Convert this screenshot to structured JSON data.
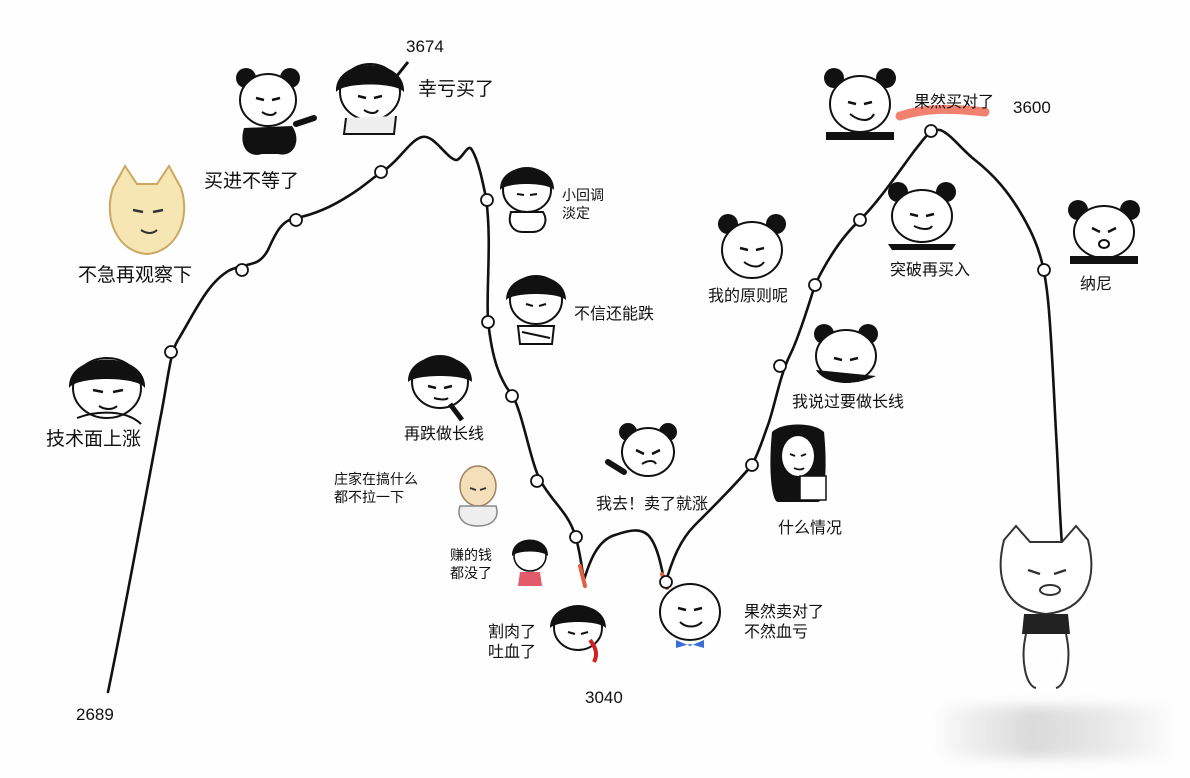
{
  "numbers": {
    "start": "2689",
    "peak1": "3674",
    "bottom": "3040",
    "peak2": "3600"
  },
  "labels": {
    "tech_up": "技术面上涨",
    "no_rush": "不急再观察下",
    "buy_now": "买进不等了",
    "lucky_buy": "幸亏买了",
    "small_pullback": "小回调\n淡定",
    "cant_fall_more": "不信还能跌",
    "fall_long": "再跌做长线",
    "dealer": "庄家在搞什么\n都不拉一下",
    "money_gone": "赚的钱\n都没了",
    "cut_loss": "割肉了\n吐血了",
    "rose_after_sell": "我去！卖了就涨",
    "sold_right": "果然卖对了\n不然血亏",
    "what_happened": "什么情况",
    "said_long": "我说过要做长线",
    "my_principle": "我的原则呢",
    "breakout_buy": "突破再买入",
    "bought_right": "果然买对了",
    "nani": "纳尼"
  },
  "colors": {
    "line": "#111111",
    "accent": "#e06040"
  }
}
